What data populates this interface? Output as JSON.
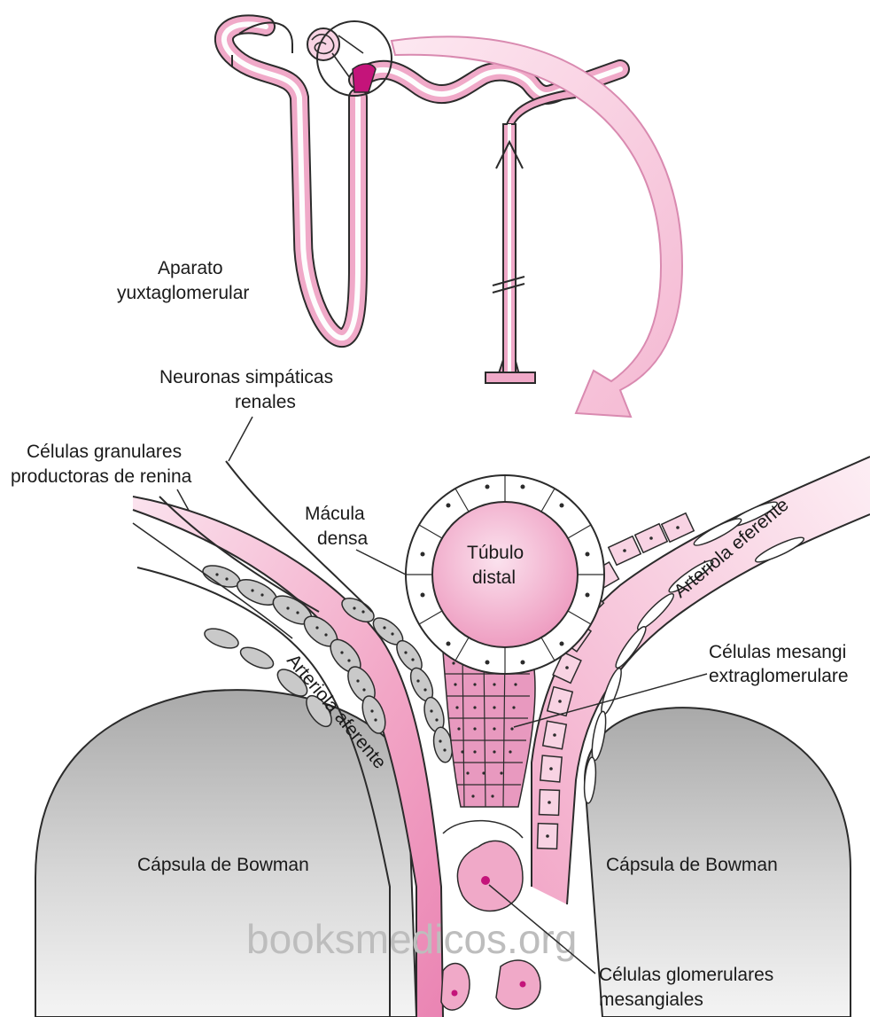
{
  "labels": {
    "aparato_1": "Aparato",
    "aparato_2": "yuxtaglomerular",
    "neuronas_1": "Neuronas simpáticas",
    "neuronas_2": "renales",
    "granulares_1": "Células granulares",
    "granulares_2": "productoras de renina",
    "macula_1": "Mácula",
    "macula_2": "densa",
    "tubulo_1": "Túbulo",
    "tubulo_2": "distal",
    "arteriola_eferente": "Arteriola eferente",
    "arteriola_aferente": "Arteriola aferente",
    "mesang_extra_1": "Células mesangi",
    "mesang_extra_2": "extraglomerulare",
    "capsula_left": "Cápsula de Bowman",
    "capsula_right": "Cápsula de Bowman",
    "glom_mesang_1": "Células glomerulares",
    "glom_mesang_2": "mesangiales"
  },
  "watermark": "booksmedicos.org",
  "colors": {
    "pink": "#f0a9c8",
    "pink_light": "#f8d3e3",
    "pink_deep": "#e16aa0",
    "magenta": "#c4147a",
    "grey_cell": "#c9c9c9",
    "capsule_grey": "#c4c4c4",
    "outline": "#2b2b2b"
  }
}
